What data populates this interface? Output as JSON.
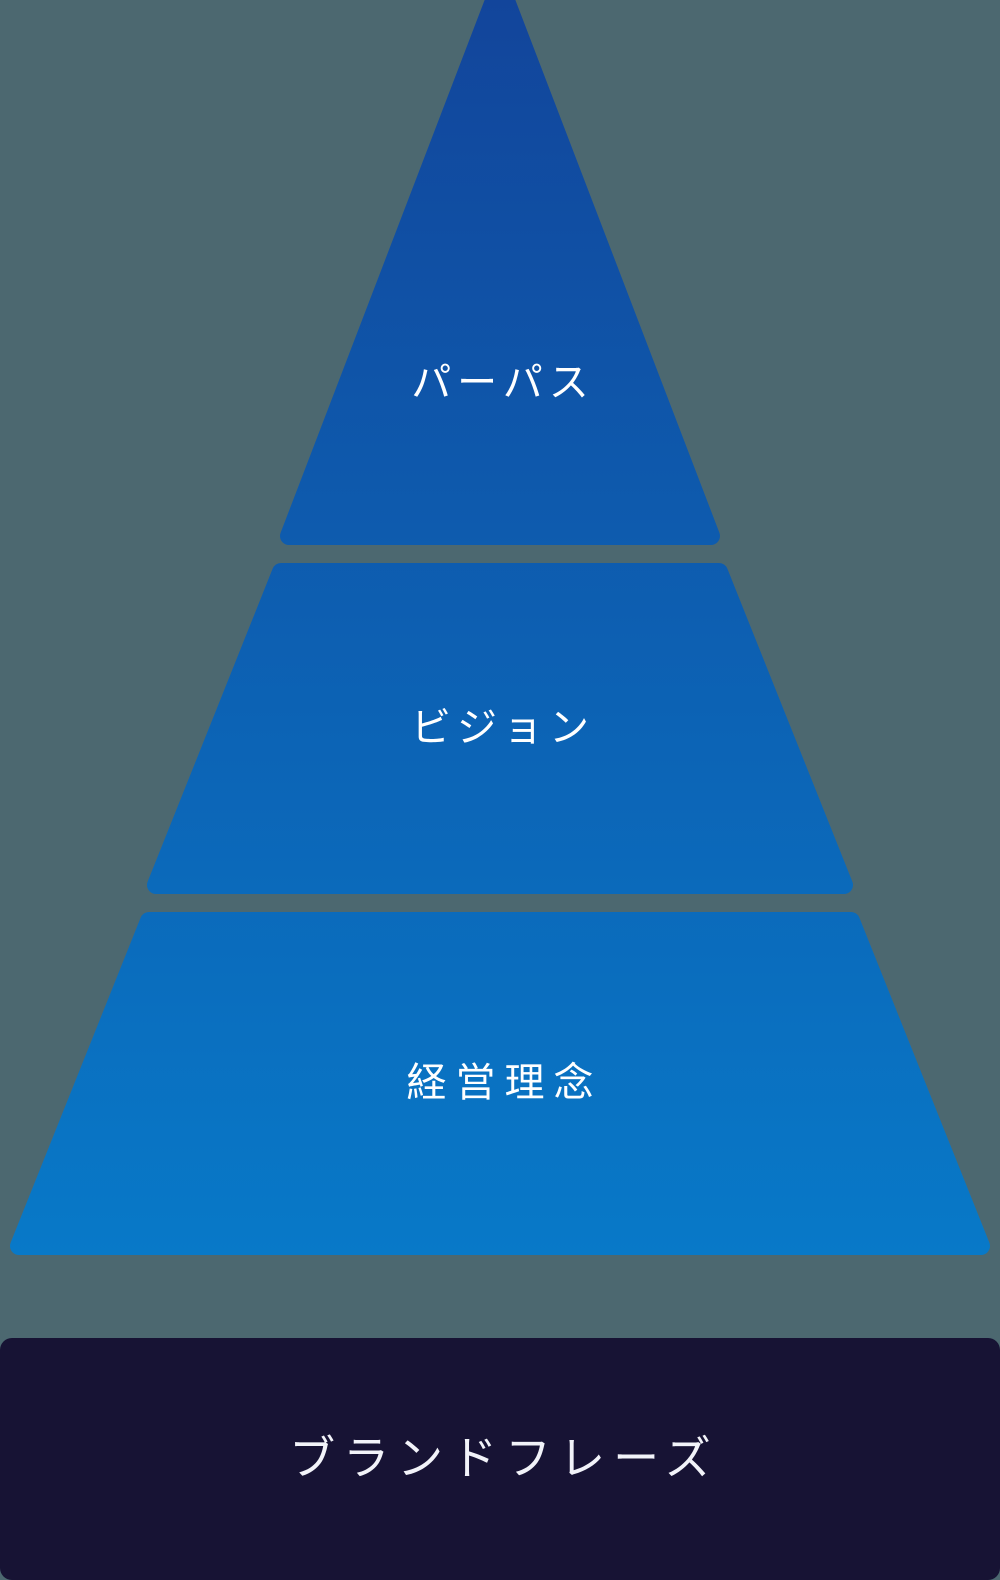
{
  "diagram": {
    "type": "pyramid",
    "background_color": "#4C6870",
    "text_color": "#FFFFFF"
  },
  "pyramid": {
    "gradient_top_color": "#12459B",
    "gradient_bottom_color": "#0879C8",
    "tiers": [
      {
        "id": "purpose",
        "label": "パーパス"
      },
      {
        "id": "vision",
        "label": "ビジョン"
      },
      {
        "id": "philosophy",
        "label": "経営理念"
      }
    ]
  },
  "brand_bar": {
    "label": "ブランドフレーズ",
    "background_color": "#171334",
    "text_color": "#F2F3F9"
  }
}
